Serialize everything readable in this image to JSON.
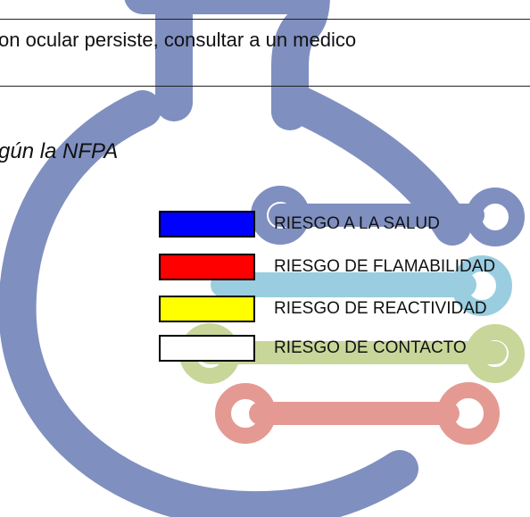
{
  "document": {
    "instruction_text": "on ocular persiste, consultar a un medico",
    "section_heading": "gún la NFPA",
    "watermark": {
      "icon_name": "laboratory-flask-circuit-icon",
      "colors": {
        "flask": "#7f8fc0",
        "circuit_blue": "#7f8fc0",
        "circuit_cyan": "#9acde0",
        "circuit_green": "#c8d69a",
        "circuit_red": "#e49a93"
      }
    }
  },
  "legend": {
    "items": [
      {
        "label": "RIESGO A LA SALUD",
        "color": "#0000ff"
      },
      {
        "label": "RIESGO DE FLAMABILIDAD",
        "color": "#ff0000"
      },
      {
        "label": "RIESGO DE REACTIVIDAD",
        "color": "#ffff00"
      },
      {
        "label": "RIESGO DE CONTACTO",
        "color": "#ffffff"
      }
    ]
  }
}
